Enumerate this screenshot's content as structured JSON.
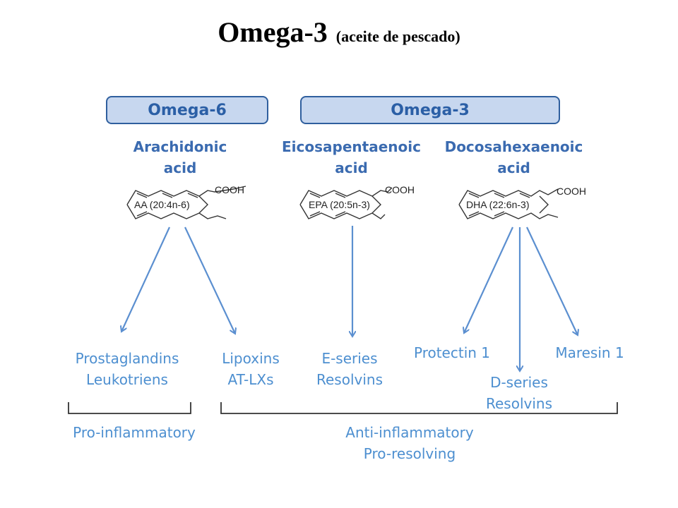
{
  "title": {
    "main": "Omega-3",
    "sub": "(aceite de pescado)"
  },
  "headers": {
    "omega6": "Omega-6",
    "omega3": "Omega-3"
  },
  "acids": {
    "aa": {
      "line1": "Arachidonic",
      "line2": "acid",
      "formula": "AA (20:4n-6)",
      "cooh": "COOH"
    },
    "epa": {
      "line1": "Eicosapentaenoic",
      "line2": "acid",
      "formula": "EPA (20:5n-3)",
      "cooh": "COOH"
    },
    "dha": {
      "line1": "Docosahexaenoic",
      "line2": "acid",
      "formula": "DHA (22:6n-3)",
      "cooh": "COOH"
    }
  },
  "products": {
    "prostaglandins": {
      "line1": "Prostaglandins",
      "line2": "Leukotriens"
    },
    "lipoxins": {
      "line1": "Lipoxins",
      "line2": "AT-LXs"
    },
    "eseries": {
      "line1": "E-series",
      "line2": "Resolvins"
    },
    "protectin": {
      "line1": "Protectin 1"
    },
    "dseries": {
      "line1": "D-series",
      "line2": "Resolvins"
    },
    "maresin": {
      "line1": "Maresin 1"
    }
  },
  "categories": {
    "pro": "Pro-inflammatory",
    "anti_line1": "Anti-inflammatory",
    "anti_line2": "Pro-resolving"
  },
  "colors": {
    "arrow": "#5b8fd0",
    "header_fill": "#c7d7ef",
    "header_border": "#2f5f9e",
    "acid_text": "#3b6bb0"
  }
}
